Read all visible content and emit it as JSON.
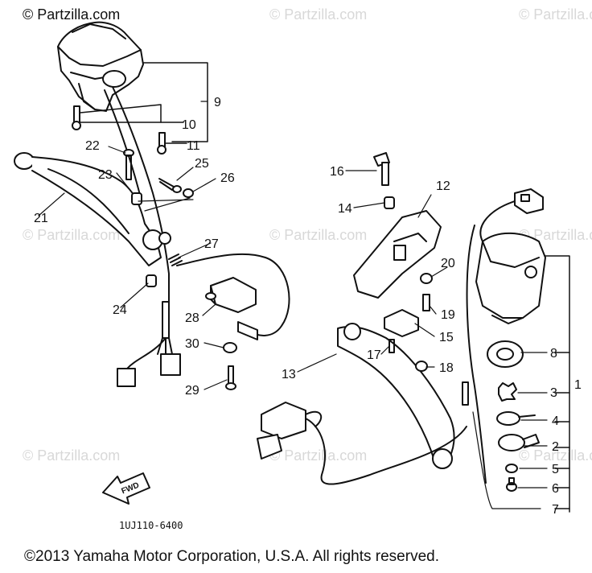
{
  "watermark": "© Partzilla.com",
  "part_numbers": [
    "1",
    "2",
    "3",
    "4",
    "5",
    "6",
    "7",
    "8",
    "9",
    "10",
    "11",
    "12",
    "13",
    "14",
    "15",
    "16",
    "17",
    "18",
    "19",
    "20",
    "21",
    "22",
    "23",
    "24",
    "25",
    "26",
    "27",
    "28",
    "29",
    "30"
  ],
  "fwd_label": "FWD",
  "diagram_code": "1UJ110-6400",
  "copyright": "©2013 Yamaha Motor Corporation, U.S.A. All rights reserved.",
  "colors": {
    "line": "#111111",
    "watermark": "#d8d8d8",
    "background": "#ffffff"
  }
}
